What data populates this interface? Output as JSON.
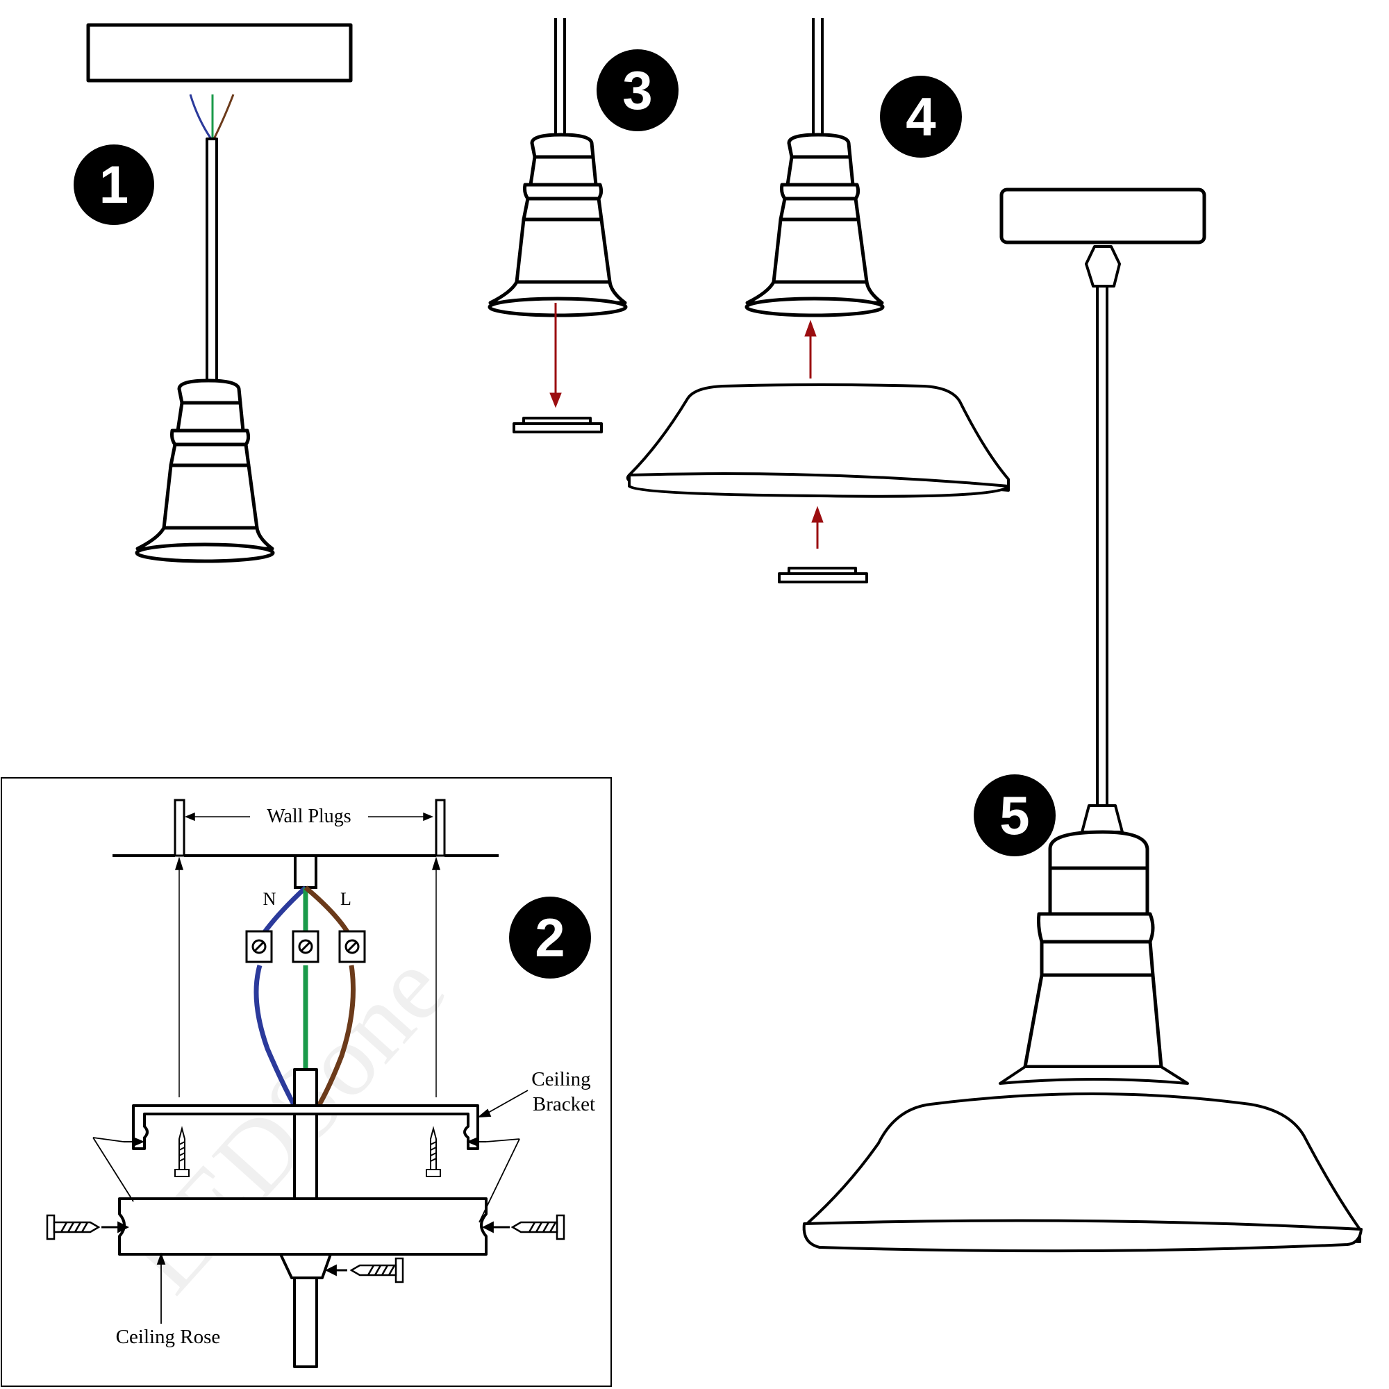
{
  "steps": [
    "1",
    "2",
    "3",
    "4",
    "5"
  ],
  "labels": {
    "wall_plugs": "Wall Plugs",
    "neutral": "N",
    "live": "L",
    "ceiling_bracket_line1": "Ceiling",
    "ceiling_bracket_line2": "Bracket",
    "ceiling_rose": "Ceiling Rose"
  },
  "watermark": "LEDSone",
  "colors": {
    "line": "#000000",
    "neutral_wire": "#2b3a9b",
    "earth_wire": "#1a9a4a",
    "live_wire": "#6b3a1a",
    "arrow_red": "#9b0d10",
    "badge_bg": "#000000",
    "badge_text": "#ffffff"
  }
}
